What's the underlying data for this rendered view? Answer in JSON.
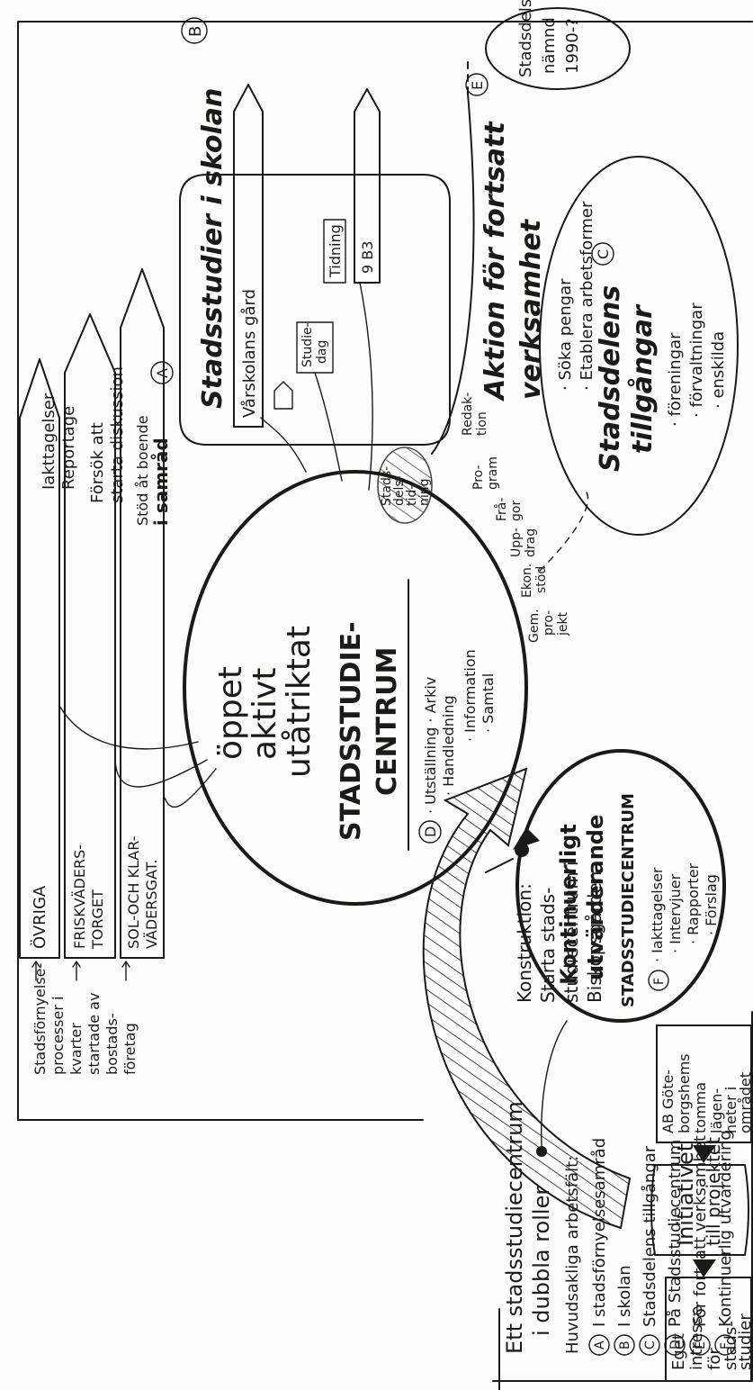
{
  "start": {
    "eget": [
      "Eget",
      "intresse",
      "för",
      "stads-",
      "studier"
    ],
    "initiativet": [
      "Initiativet",
      "till projektet"
    ],
    "ab": [
      "AB Göte-",
      "borgshems",
      "tomma",
      "lägen-",
      "heter i",
      "området"
    ],
    "konstruktion": [
      "Konstruktion:",
      "Starta stads-",
      "studiecentrum i",
      "Biskopsgården"
    ]
  },
  "processes": {
    "intro": [
      "Stadsförnyelse-",
      "processer i",
      "kvarter",
      "startade av",
      "bostads-",
      "företag"
    ],
    "arrow1": [
      "ÖVRIGA"
    ],
    "arrow2": [
      "FRISKVÄDERS-",
      "TORGET"
    ],
    "arrow3": [
      "SOL-OCH KLAR-",
      "VÄDERSGAT."
    ],
    "goal1": [
      "Iakttagelser",
      "Reportage"
    ],
    "goal2": [
      "Försök att",
      "starta diskussion"
    ],
    "goal3": [
      "Stöd åt boende",
      "i samråd"
    ],
    "letterA": "A"
  },
  "center": {
    "heading": [
      "öppet",
      "aktivt",
      "utåtriktat"
    ],
    "title": [
      "STADSSTUDIE-",
      "CENTRUM"
    ],
    "letterD": "D",
    "items": [
      "· Utställning · Arkiv",
      "· Handledning",
      "· Information",
      "· Samtal"
    ],
    "small_labels": [
      "Gem.",
      "pro-",
      "jekt",
      "Ekon.",
      "stöd",
      "Upp-",
      "drag",
      "Frå-",
      "gor",
      "Pro-",
      "gram"
    ],
    "tidning": [
      "Stads-",
      "dels-",
      "tid-",
      "ning"
    ],
    "redaktion": [
      "Redak-",
      "tion"
    ]
  },
  "school": {
    "title": "Stadsstudier i skolan",
    "letterB": "B",
    "item1": "Vårskolans gård",
    "studiedag": [
      "Studie-",
      "dag"
    ],
    "tidning": "Tidning",
    "klass": "9 B3"
  },
  "aktion": {
    "title": [
      "Aktion för fortsatt",
      "verksamhet"
    ],
    "letterE": "E",
    "bullets": [
      "· Söka pengar",
      "· Etablera arbetsformer"
    ],
    "namnd": [
      "Stadsdels-",
      "nämnd",
      "1990-?"
    ]
  },
  "tillgangar": {
    "title": [
      "Stadsdelens",
      "tillgångar"
    ],
    "letterC": "C",
    "bullets": [
      "· föreningar",
      "· förvaltningar",
      "· enskilda"
    ]
  },
  "utvardering": {
    "title": [
      "Kontinuerligt",
      "utvärderande",
      "STADSSTUDIECENTRUM"
    ],
    "letterF": "F",
    "bullets": [
      "· Iakttagelser",
      "· Intervjuer",
      "· Rapporter",
      "· Förslag"
    ]
  },
  "roles": [
    "Ett stadsstudiecentrum",
    "i dubbla roller"
  ],
  "legend": {
    "heading": "Huvudsakliga arbetsfält:",
    "items": [
      {
        "letter": "A",
        "text": "I stadsförnyelsesamråd"
      },
      {
        "letter": "B",
        "text": "I skolan"
      },
      {
        "letter": "C",
        "text": "Stadsdelens tillgångar"
      },
      {
        "letter": "D",
        "text": "På Stadsstudiecentrum"
      },
      {
        "letter": "E",
        "text": "För fortsatt verksamhet"
      },
      {
        "letter": "F",
        "text": "Kontinuerlig utvärdering"
      }
    ]
  }
}
